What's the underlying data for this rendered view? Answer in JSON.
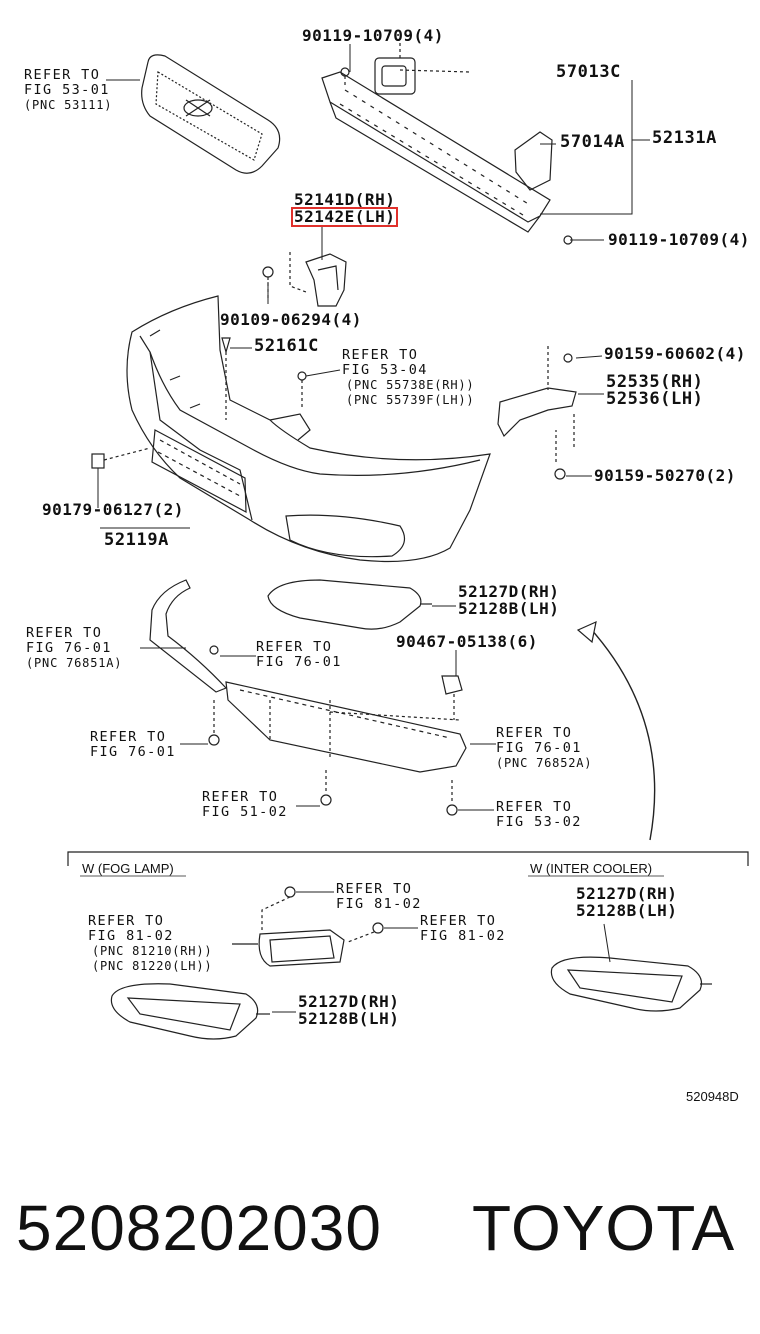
{
  "diagram": {
    "labels": {
      "p90119_top": "90119-10709(4)",
      "p57013c": "57013C",
      "p57014a": "57014A",
      "p52131a": "52131A",
      "p90119_right": "90119-10709(4)",
      "p52141d": "52141D(RH)",
      "p52142e": "52142E(LH)",
      "p90109": "90109-06294(4)",
      "p52161c": "52161C",
      "p90159_606": "90159-60602(4)",
      "p52535": "52535(RH)",
      "p52536": "52536(LH)",
      "p90159_502": "90159-50270(2)",
      "p90179": "90179-06127(2)",
      "p52119a": "52119A",
      "p52127d_a": "52127D(RH)",
      "p52128b_a": "52128B(LH)",
      "p90467": "90467-05138(6)",
      "p52127d_b": "52127D(RH)",
      "p52128b_b": "52128B(LH)",
      "p52127d_c": "52127D(RH)",
      "p52128b_c": "52128B(LH)"
    },
    "refs": {
      "grille": [
        "REFER TO",
        "FIG 53-01",
        "(PNC 53111)"
      ],
      "fig5304": [
        "REFER TO",
        "FIG 53-04",
        "(PNC 55738E(RH))",
        "(PNC 55739F(LH))"
      ],
      "spoiler_left": [
        "REFER TO",
        "FIG 76-01",
        "(PNC 76851A)"
      ],
      "clip_7601": [
        "REFER TO",
        "FIG 76-01"
      ],
      "bolt_7601": [
        "REFER TO",
        "FIG 76-01"
      ],
      "spoiler_right": [
        "REFER TO",
        "FIG 76-01",
        "(PNC 76852A)"
      ],
      "fig5102": [
        "REFER TO",
        "FIG 51-02"
      ],
      "fig5302": [
        "REFER TO",
        "FIG 53-02"
      ],
      "fog_top": [
        "REFER TO",
        "FIG 81-02"
      ],
      "fog_right": [
        "REFER TO",
        "FIG 81-02"
      ],
      "fog_lamp": [
        "REFER TO",
        "FIG 81-02",
        "(PNC 81210(RH))",
        "(PNC 81220(LH))"
      ]
    },
    "sections": {
      "fog_lamp": "W (FOG LAMP)",
      "inter_cooler": "W (INTER COOLER)"
    },
    "figure_code": "520948D"
  },
  "footer": {
    "part_number": "5208202030",
    "brand": "TOYOTA"
  },
  "highlight_color": "#e0302b"
}
